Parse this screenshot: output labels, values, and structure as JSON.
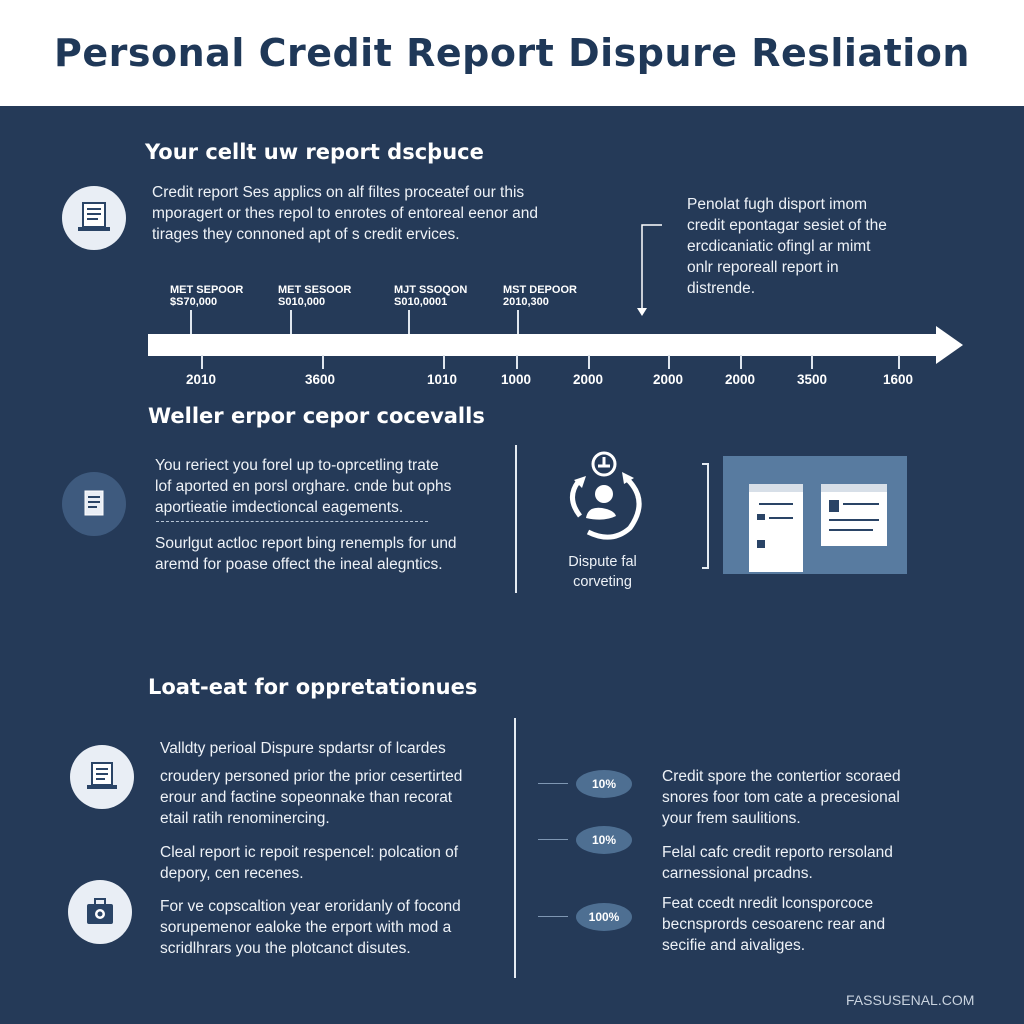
{
  "title": "Personal Credit Report Dispure Resliation",
  "section1": {
    "heading": "Your cellt uw report dscþuce",
    "body": [
      "Credit report Ses applics on alf filtes proceatef our this",
      "mporagert or thes repol to enrotes of entoreal eenor and",
      "tirages they connoned apt of s credit ervices."
    ],
    "timeline_labels": [
      {
        "line1": "MET SEPOOR",
        "line2": "$S70,000"
      },
      {
        "line1": "MET SESOOR",
        "line2": "S010,000"
      },
      {
        "line1": "MJT SSOQON",
        "line2": "S010,0001"
      },
      {
        "line1": "MST DEPOOR",
        "line2": "2010,300"
      }
    ],
    "years": [
      "2010",
      "3600",
      "1010",
      "1000",
      "2000",
      "2000",
      "2000",
      "3500",
      "1600"
    ],
    "callout": [
      "Penolat fugh disport imom",
      "credit epontagar sesiet of the",
      "ercdicaniatic ofingl ar mimt",
      "onlr reporeall report in",
      "distrende."
    ]
  },
  "section2": {
    "heading": "Weller erpor cepor cocevalls",
    "para1": [
      "You reriect you forel up to-oprcetling trate",
      "lof aported en porsl orghare. cnde but ophs",
      "aportieatie imdectioncal eagements."
    ],
    "para2": [
      "Sourlgut actloc report bing renempls for und",
      "aremd for poase offect the ineal alegntics."
    ],
    "icon_caption": [
      "Dispute fal",
      "corveting"
    ]
  },
  "section3": {
    "heading": "Loat-eat for oppretationues",
    "left": [
      [
        "Valldty perioal Dispure spdartsr of lcardes"
      ],
      [
        "croudery personed prior the prior cesertirted",
        "erour and factine sopeonnake than recorat",
        "etail ratih renominercing."
      ],
      [
        "Cleal report ic repoit respencel: polcation of",
        "depory, cen recenes."
      ],
      [
        "For ve copscaltion year eroridanly of focond",
        "sorupemenor ealoke the erport with mod a",
        "scridlhrars you the plotcanct disutes."
      ]
    ],
    "badges": [
      "10%",
      "10%",
      "100%"
    ],
    "right": [
      [
        "Credit spore the contertior scoraed",
        "snores foor tom cate a precesional",
        "your frem saulitions."
      ],
      [
        "Felal cafc credit reporto rersoland",
        "carnessional prcadns."
      ],
      [
        "Feat ccedt nredit lconsporcoce",
        "becnsprords cesoarenc rear and",
        "secifie and aivaliges."
      ]
    ]
  },
  "footer": "FASSUSENAL.COM",
  "colors": {
    "background": "#253a58",
    "title": "#1f3858",
    "pill": "#4e6f92"
  }
}
